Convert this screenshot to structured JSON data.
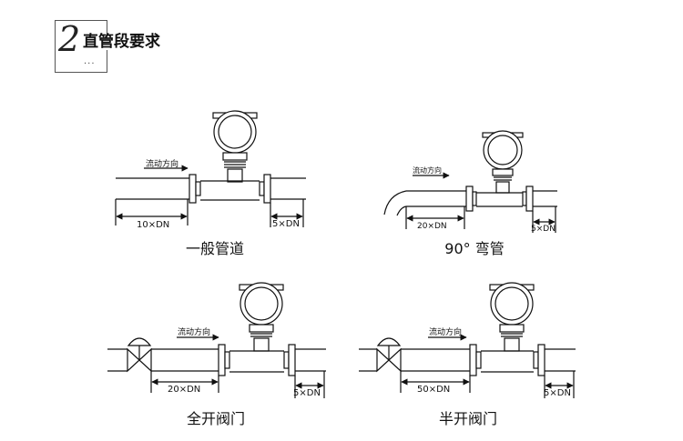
{
  "header": {
    "number": "2",
    "title": "直管段要求",
    "dots": "..."
  },
  "flow_label": "流动方向",
  "downstream_label": "5×DN",
  "diagrams": [
    {
      "caption": "一般管道",
      "upstream_label": "10×DN"
    },
    {
      "caption": "90° 弯管",
      "upstream_label": "20×DN"
    },
    {
      "caption": "全开阀门",
      "upstream_label": "20×DN"
    },
    {
      "caption": "半开阀门",
      "upstream_label": "50×DN"
    }
  ],
  "colors": {
    "line": "#111111",
    "background": "#ffffff"
  }
}
